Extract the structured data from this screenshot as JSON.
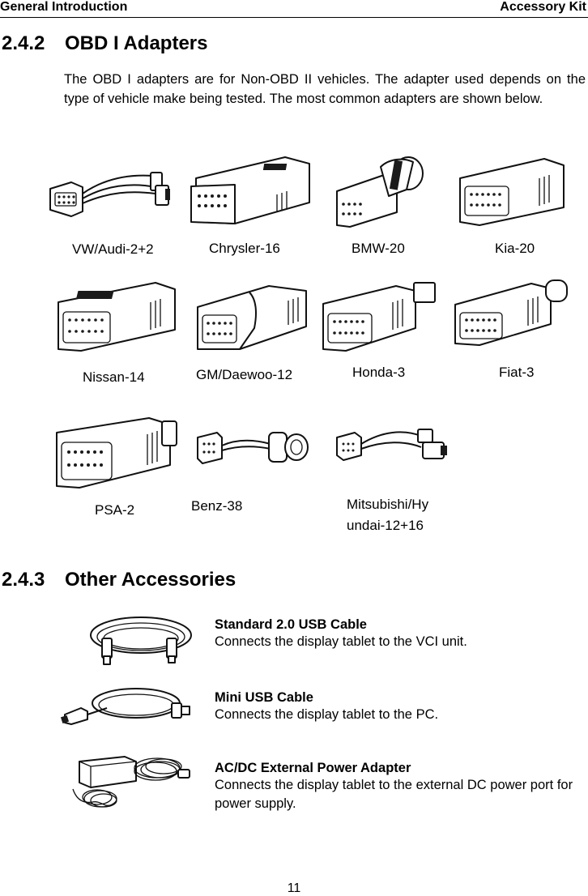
{
  "header": {
    "left": "General Introduction",
    "right": "Accessory Kit"
  },
  "section_obd": {
    "number": "2.4.2",
    "title": "OBD I Adapters",
    "paragraph": "The OBD I adapters are for Non-OBD II vehicles. The adapter used depends on the type of vehicle make being tested. The most common adapters are shown below."
  },
  "adapters": [
    {
      "label": "VW/Audi-2+2",
      "icon": "vw-audi-adapter-icon"
    },
    {
      "label": "Chrysler-16",
      "icon": "chrysler-adapter-icon"
    },
    {
      "label": "BMW-20",
      "icon": "bmw-adapter-icon"
    },
    {
      "label": "Kia-20",
      "icon": "kia-adapter-icon"
    },
    {
      "label": "Nissan-14",
      "icon": "nissan-adapter-icon"
    },
    {
      "label": "GM/Daewoo-12",
      "icon": "gm-daewoo-adapter-icon"
    },
    {
      "label": "Honda-3",
      "icon": "honda-adapter-icon"
    },
    {
      "label": "Fiat-3",
      "icon": "fiat-adapter-icon"
    },
    {
      "label": "PSA-2",
      "icon": "psa-adapter-icon"
    },
    {
      "label": "Benz-38",
      "icon": "benz-adapter-icon"
    },
    {
      "label_line1": "Mitsubishi/Hy",
      "label_line2": "undai-12+16",
      "icon": "mitsubishi-hyundai-adapter-icon"
    }
  ],
  "section_other": {
    "number": "2.4.3",
    "title": "Other Accessories"
  },
  "accessories": [
    {
      "title": "Standard 2.0 USB Cable",
      "description": "Connects the display tablet to the VCI unit.",
      "icon": "usb-cable-icon"
    },
    {
      "title": "Mini USB Cable",
      "description": "Connects the display tablet to the PC.",
      "icon": "mini-usb-cable-icon"
    },
    {
      "title": "AC/DC External Power Adapter",
      "description": "Connects the display tablet to the external DC power port for power supply.",
      "icon": "power-adapter-icon"
    }
  ],
  "footer": {
    "page_number": "11"
  }
}
